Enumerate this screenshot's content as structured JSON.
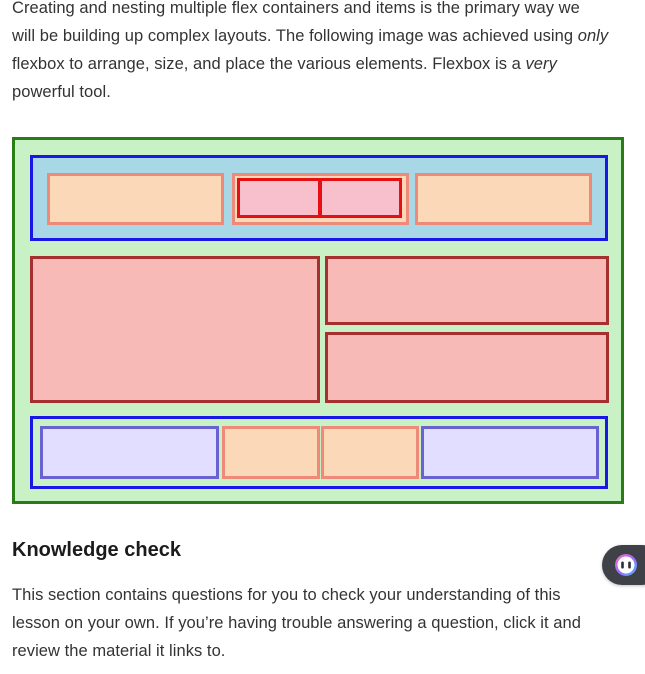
{
  "intro": {
    "line1": "Creating and nesting multiple flex containers and items is the primary way we",
    "line2_before": "will be building up complex layouts. The following image was achieved using ",
    "line2_em": "only",
    "line3_before": "flexbox to arrange, size, and place the various elements. Flexbox is a ",
    "line3_em": "very",
    "line4": "powerful tool."
  },
  "knowledge_check": {
    "heading": "Knowledge check",
    "line1": "This section contains questions for you to check your understanding of this",
    "line2": "lesson on your own. If you’re having trouble answering a question, click it and",
    "line3": "review the material it links to."
  },
  "colors": {
    "outer_green": "#c8f2c5",
    "outer_border": "#2a7d16",
    "blue_row": "#a8d8e6",
    "blue_border": "#1b16e8",
    "peach": "#fbd9b8",
    "red_border": "#e60f14",
    "salmon": "#f7bab7",
    "lavender": "#e2deff"
  },
  "widget": {
    "icon": "assistant-face-icon"
  }
}
